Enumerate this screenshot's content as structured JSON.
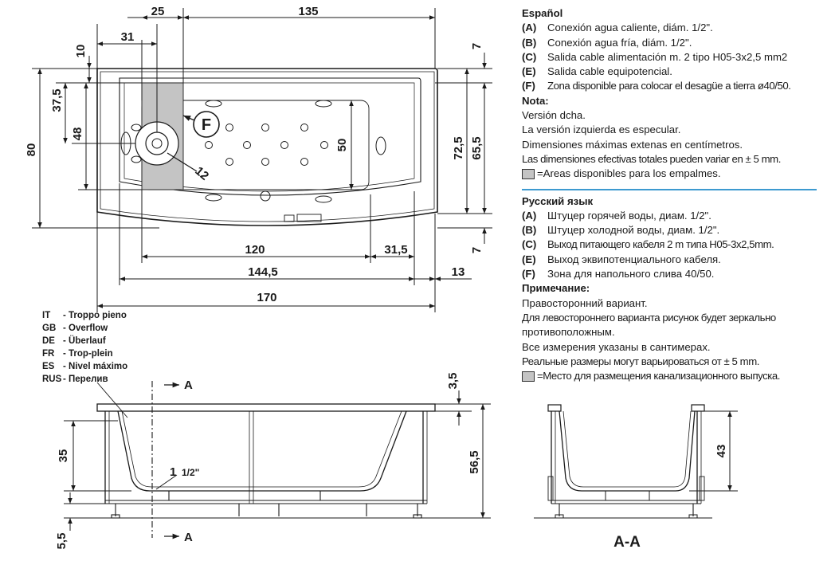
{
  "dimensions": {
    "top_25": "25",
    "top_135": "135",
    "top_31": "31",
    "left_10": "10",
    "left_37_5": "37,5",
    "left_48": "48",
    "left_80": "80",
    "right_7_top": "7",
    "right_72_5": "72,5",
    "right_65_5": "65,5",
    "right_7_bottom": "7",
    "inner_50": "50",
    "diam_12": "12",
    "marker_f": "F",
    "b_120": "120",
    "b_31_5": "31,5",
    "b_144_5": "144,5",
    "b_13": "13",
    "b_170": "170",
    "side_3_5": "3,5",
    "side_35": "35",
    "side_56_5": "56,5",
    "side_5_5": "5,5",
    "drain_main": "1",
    "drain_frac": "1/2\"",
    "section_a_top": "A",
    "section_a_bottom": "A",
    "section_43": "43",
    "section_title": "A-A"
  },
  "overflow_labels": [
    {
      "code": "IT",
      "text": "- Troppo pieno"
    },
    {
      "code": "GB",
      "text": "- Overflow"
    },
    {
      "code": "DE",
      "text": "- Überlauf"
    },
    {
      "code": "FR",
      "text": "- Trop-plein"
    },
    {
      "code": "ES",
      "text": "- Nivel máximo"
    },
    {
      "code": "RUS",
      "text": "- Перелив"
    }
  ],
  "spanish": {
    "heading": "Español",
    "items": [
      {
        "code": "(A)",
        "text": "Conexión agua caliente, diám. 1/2\"."
      },
      {
        "code": "(B)",
        "text": "Conexión agua fría, diám. 1/2\"."
      },
      {
        "code": "(C)",
        "text": "Salida cable alimentación m. 2 tipo H05-3x2,5 mm2"
      },
      {
        "code": "(E)",
        "text": "Salida cable equipotencial."
      },
      {
        "code": "(F)",
        "text": "Zona disponible para colocar el desagüe a tierra ø40/50."
      }
    ],
    "note_heading": "Nota:",
    "notes": [
      "Versión dcha.",
      "La versión izquierda es especular.",
      "Dimensiones máximas extenas en centímetros.",
      "Las dimensiones efectivas totales pueden variar en ± 5 mm."
    ],
    "legend": "=Areas disponibles para los empalmes."
  },
  "russian": {
    "heading": "Русский язык",
    "items": [
      {
        "code": "(A)",
        "text": "Штуцер горячей воды, диам. 1/2\"."
      },
      {
        "code": "(B)",
        "text": "Штуцер холодной воды, диам. 1/2\"."
      },
      {
        "code": "(C)",
        "text": "Выход питающего кабеля 2 m типа H05-3x2,5mm."
      },
      {
        "code": "(E)",
        "text": "Выход эквипотенциального кабеля."
      },
      {
        "code": "(F)",
        "text": "Зона для напольного слива 40/50."
      }
    ],
    "note_heading": "Примечание:",
    "notes": [
      "Правосторонний вариант.",
      "Для левостороннего варианта рисунок будет зеркально",
      "противоположным.",
      "Все измерения указаны в сантимерах.",
      "Реальные размеры могут варьироваться от ± 5 mm."
    ],
    "legend": "=Место для размещения канализационного выпуска."
  },
  "colors": {
    "accent": "#3d9ad0",
    "hatch": "#c4c4c4",
    "line": "#1a1a1a"
  }
}
